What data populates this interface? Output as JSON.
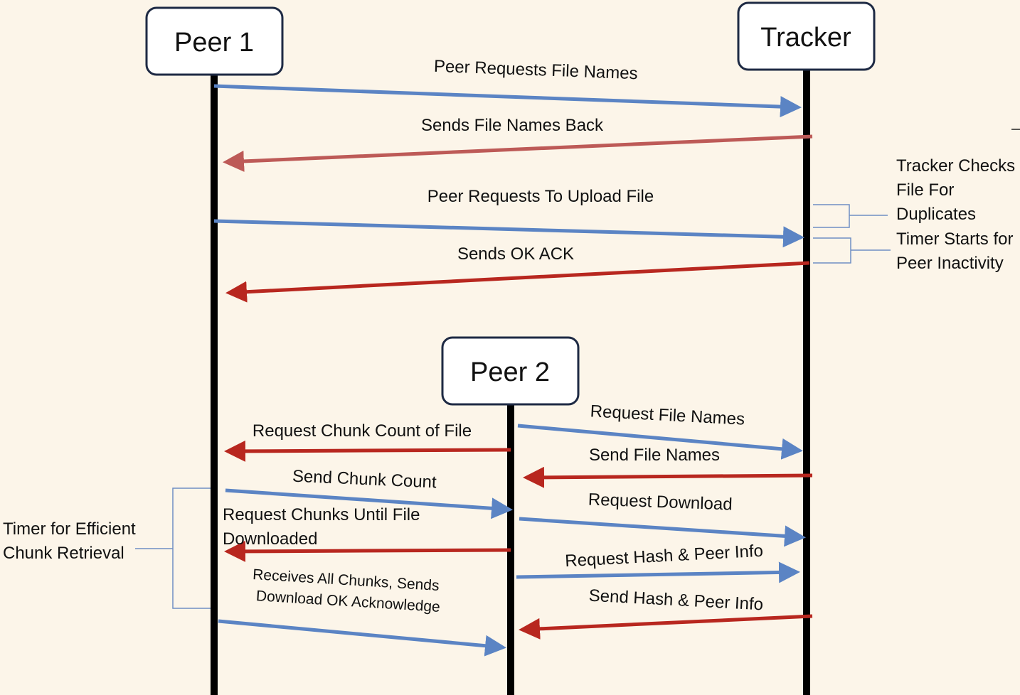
{
  "colors": {
    "background": "#fcf5e9",
    "request_arrow": "#5b84c4",
    "response_arrow": "#b8271f",
    "response_arrow_light": "#bd5a57",
    "brace": "#6f8fc4",
    "lifeline": "#000000"
  },
  "participants": {
    "peer1": "Peer 1",
    "tracker": "Tracker",
    "peer2": "Peer 2"
  },
  "messages": {
    "m1": "Peer Requests File Names",
    "m2": "Sends File Names Back",
    "m3": "Peer Requests To Upload File",
    "m4": "Sends OK ACK",
    "p2_1": "Request File Names",
    "p2_2": "Send File Names",
    "p2_3": "Request Download",
    "p2_4": "Request Hash & Peer Info",
    "p2_5": "Send Hash & Peer Info",
    "p1_1": "Request Chunk Count of File",
    "p1_2": "Send Chunk Count",
    "p1_3a": "Request Chunks Until File",
    "p1_3b": "Downloaded",
    "p1_4a": "Receives All Chunks, Sends",
    "p1_4b": "Download OK Acknowledge"
  },
  "notes": {
    "tracker_checks_1": "Tracker Checks",
    "tracker_checks_2": "File For",
    "tracker_checks_3": "Duplicates",
    "timer_starts_1": "Timer Starts for",
    "timer_starts_2": "Peer Inactivity",
    "timer_efficient_1": "Timer for Efficient",
    "timer_efficient_2": "Chunk Retrieval"
  }
}
